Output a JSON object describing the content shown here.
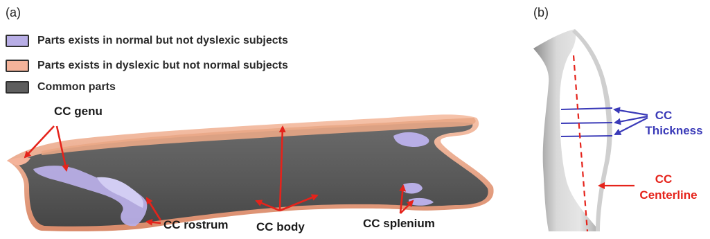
{
  "panels": {
    "a": "(a)",
    "b": "(b)"
  },
  "legend": [
    {
      "label": "Parts exists in normal but not dyslexic subjects",
      "color": "#b8aee6"
    },
    {
      "label": "Parts exists in dyslexic but not normal subjects",
      "color": "#f4b39a"
    },
    {
      "label": "Common parts",
      "color": "#5e5e5e"
    }
  ],
  "annotations_a": {
    "genu": "CC genu",
    "rostrum": "CC rostrum",
    "body": "CC body",
    "splenium": "CC splenium"
  },
  "annotations_b": {
    "thickness_line1": "CC",
    "thickness_line2": "Thickness",
    "centerline_line1": "CC",
    "centerline_line2": "Centerline"
  },
  "colors": {
    "arrow": "#e5231b",
    "thickness": "#3a3ab8",
    "centerline": "#e5231b"
  }
}
